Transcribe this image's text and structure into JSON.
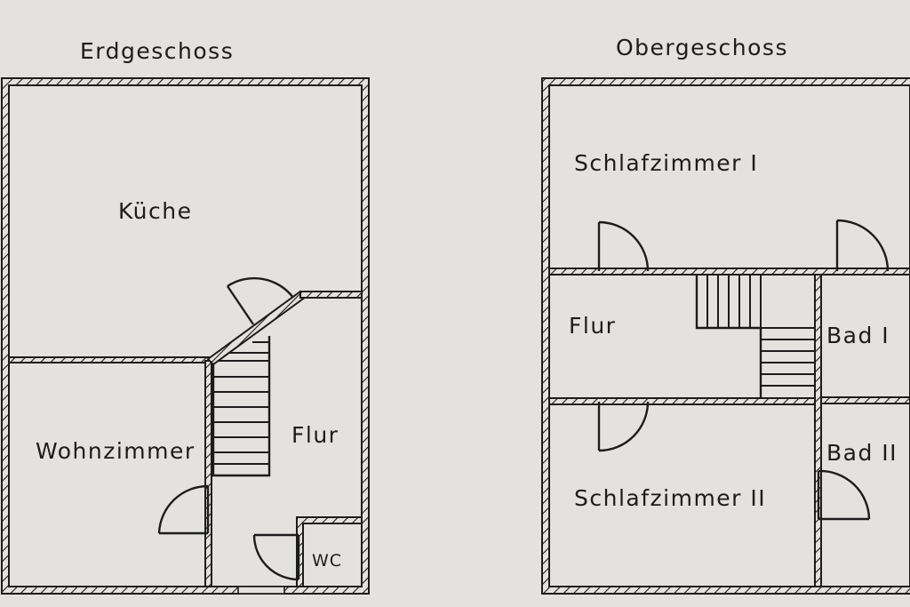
{
  "floors": {
    "ground": {
      "title": "Erdgeschoss",
      "rooms": {
        "kitchen": "Küche",
        "living": "Wohnzimmer",
        "hall": "Flur",
        "wc": "WC"
      }
    },
    "upper": {
      "title": "Obergeschoss",
      "rooms": {
        "bedroom1": "Schlafzimmer I",
        "hall": "Flur",
        "bath1": "Bad I",
        "bath2": "Bad II",
        "bedroom2": "Schlafzimmer II"
      }
    }
  },
  "colors": {
    "paper": "#e4e2de",
    "ink": "#1c1c1c"
  }
}
